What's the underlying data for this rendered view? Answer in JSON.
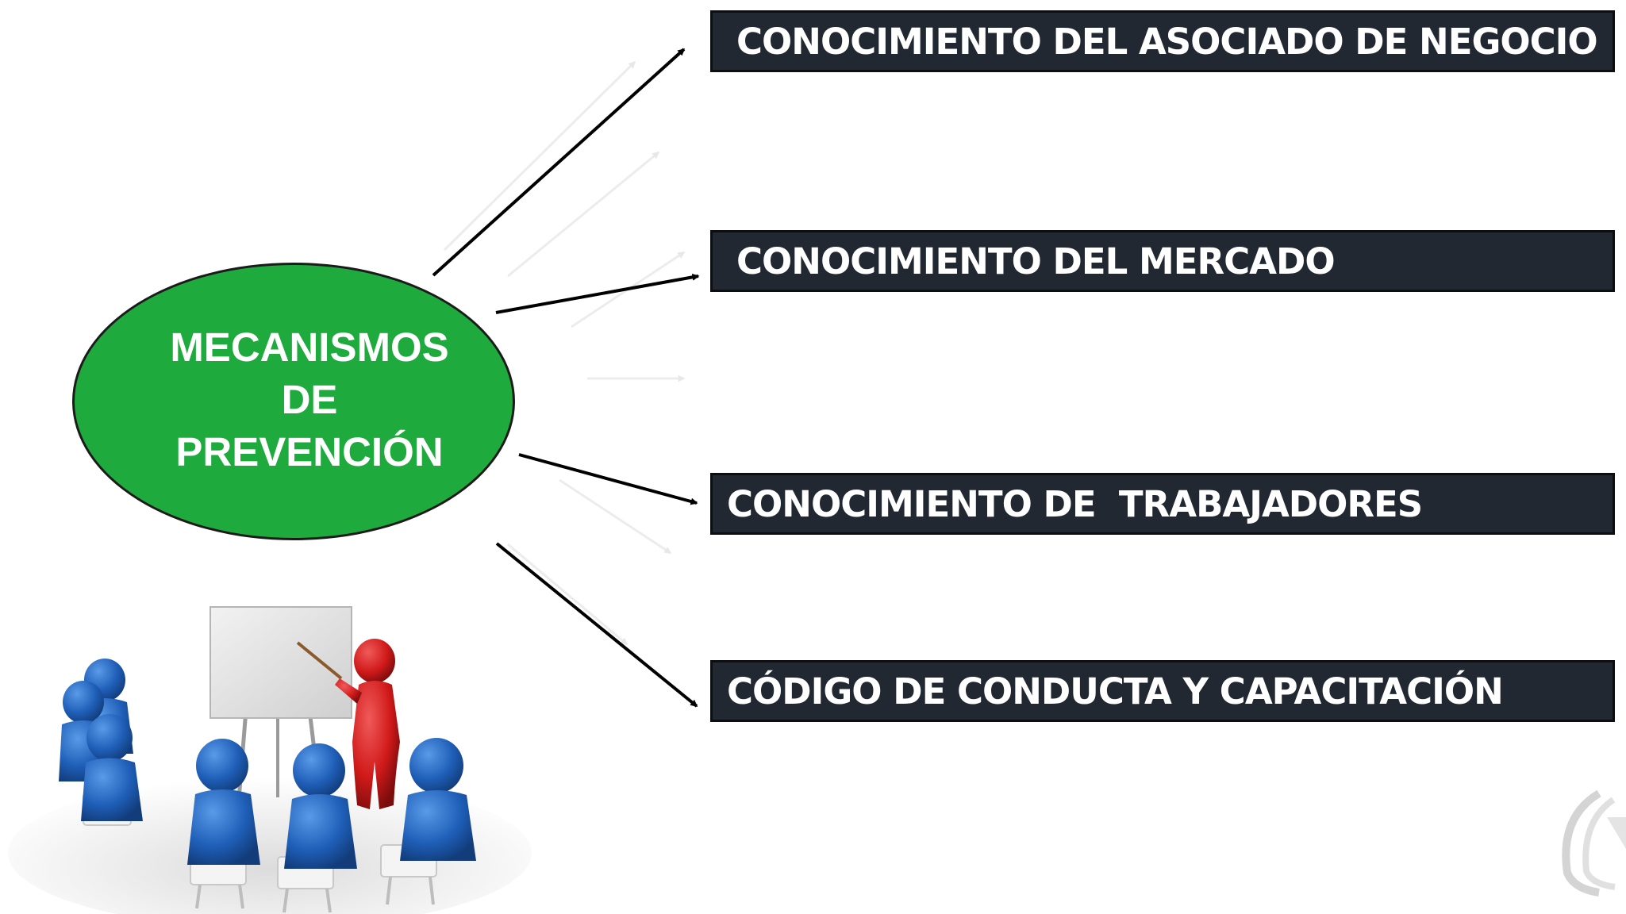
{
  "diagram": {
    "center": {
      "label": "MECANISMOS\nDE\nPREVENCIÓN",
      "fill": "#1faa3e",
      "text_color": "#ffffff"
    },
    "items": [
      {
        "label": "CONOCIMIENTO DEL ASOCIADO DE NEGOCIO"
      },
      {
        "label": "CONOCIMIENTO DEL MERCADO"
      },
      {
        "label": "CONOCIMIENTO DE  TRABAJADORES"
      },
      {
        "label": "CÓDIGO DE CONDUCTA Y CAPACITACIÓN"
      }
    ],
    "bar_color": "#222831",
    "arrow_color": "#000000"
  },
  "illustration": {
    "name": "training-presentation-figures",
    "presenter_color": "#d11a1a",
    "audience_color": "#1f5fb8"
  },
  "logo": {
    "name": "watermark-logo"
  }
}
